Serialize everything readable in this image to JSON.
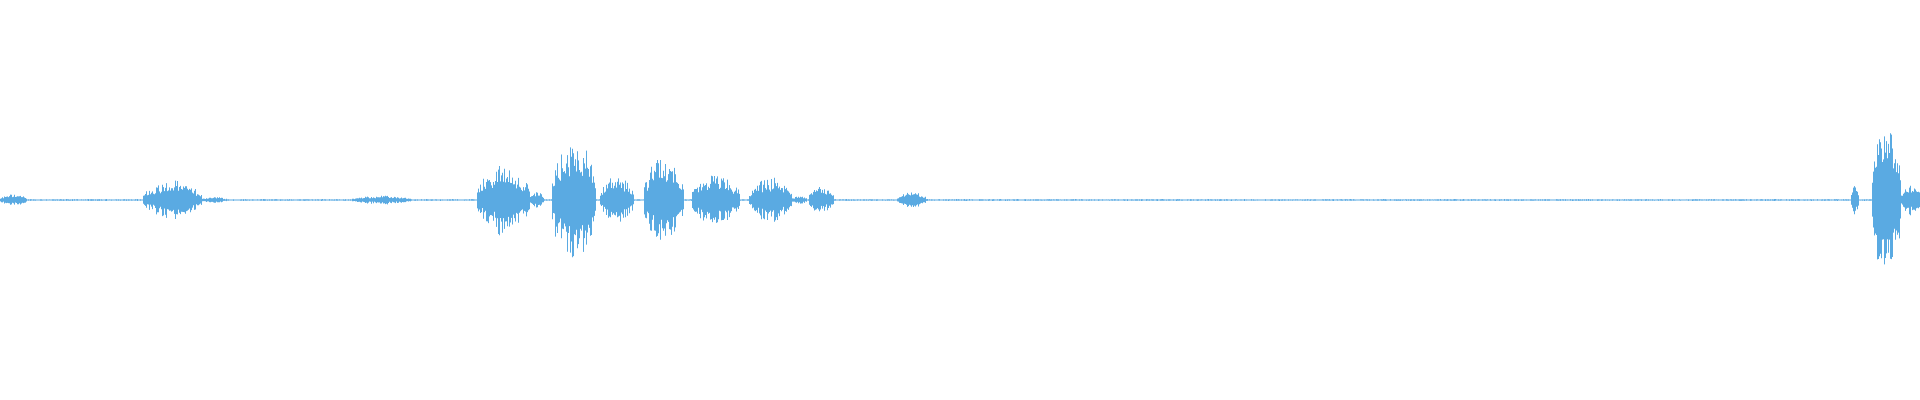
{
  "waveform": {
    "color": "#5aaae2",
    "background": "#ffffff",
    "baseline_amplitude": 0.004,
    "segments": [
      {
        "start": 0.0,
        "end": 0.014,
        "peak": 0.035
      },
      {
        "start": 0.074,
        "end": 0.105,
        "peak": 0.11
      },
      {
        "start": 0.105,
        "end": 0.118,
        "peak": 0.02
      },
      {
        "start": 0.183,
        "end": 0.214,
        "peak": 0.025
      },
      {
        "start": 0.248,
        "end": 0.276,
        "peak": 0.2
      },
      {
        "start": 0.276,
        "end": 0.283,
        "peak": 0.05
      },
      {
        "start": 0.287,
        "end": 0.31,
        "peak": 0.38
      },
      {
        "start": 0.312,
        "end": 0.33,
        "peak": 0.14
      },
      {
        "start": 0.335,
        "end": 0.356,
        "peak": 0.26
      },
      {
        "start": 0.36,
        "end": 0.385,
        "peak": 0.15
      },
      {
        "start": 0.39,
        "end": 0.412,
        "peak": 0.13
      },
      {
        "start": 0.412,
        "end": 0.42,
        "peak": 0.03
      },
      {
        "start": 0.421,
        "end": 0.434,
        "peak": 0.08
      },
      {
        "start": 0.467,
        "end": 0.482,
        "peak": 0.05
      },
      {
        "start": 0.964,
        "end": 0.968,
        "peak": 0.1
      },
      {
        "start": 0.975,
        "end": 0.99,
        "peak": 0.5
      },
      {
        "start": 0.99,
        "end": 1.0,
        "peak": 0.1
      }
    ]
  }
}
